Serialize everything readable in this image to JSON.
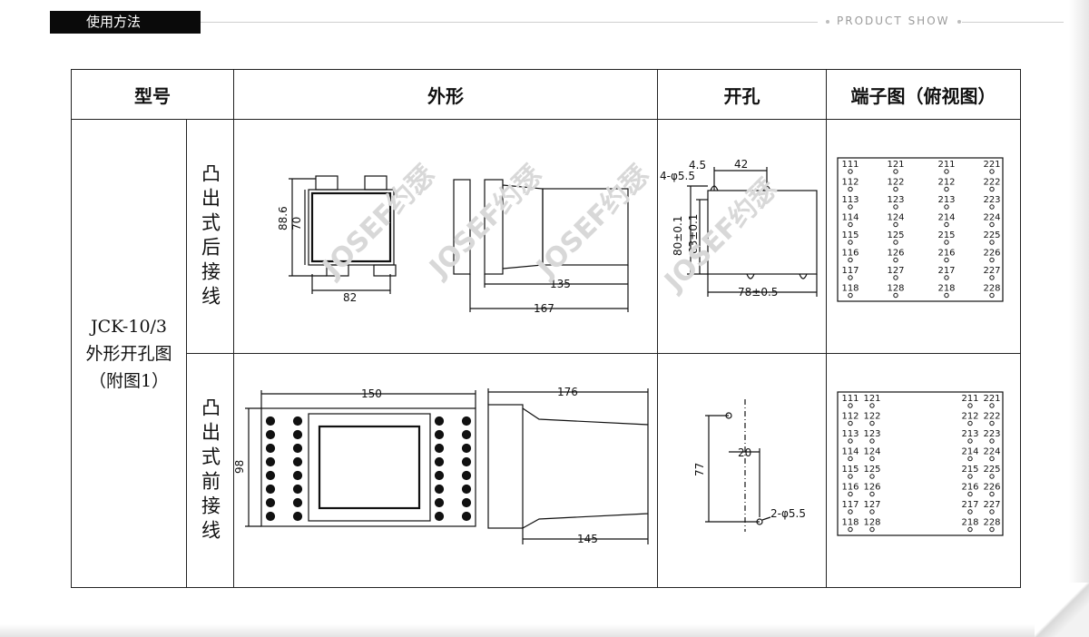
{
  "header": {
    "badge": "使用方法",
    "brand": "PRODUCT SHOW"
  },
  "table": {
    "headers": [
      "型号",
      "外形",
      "开孔",
      "端子图（俯视图）"
    ],
    "model": [
      "JCK-10/3",
      "外形开孔图",
      "（附图1）"
    ],
    "rows": [
      {
        "mount": "凸出式后接线"
      },
      {
        "mount": "凸出式前接线"
      }
    ]
  },
  "watermark": "JOSEF约瑟",
  "dimensions": {
    "back_outline": [
      "88.6",
      "70",
      "82",
      "135",
      "167"
    ],
    "back_cutout": [
      "4.5",
      "4-φ5.5",
      "42",
      "80±0.1",
      "63±0.1",
      "78±0.5"
    ],
    "front_outline": [
      "150",
      "98",
      "176",
      "145"
    ],
    "front_cutout": [
      "77",
      "20",
      "2-φ5.5"
    ]
  },
  "terminals_back": {
    "columns": [
      [
        "111",
        "112",
        "113",
        "114",
        "115",
        "116",
        "117",
        "118"
      ],
      [
        "121",
        "122",
        "123",
        "124",
        "125",
        "126",
        "127",
        "128"
      ],
      [
        "211",
        "212",
        "213",
        "214",
        "215",
        "216",
        "217",
        "218"
      ],
      [
        "221",
        "222",
        "223",
        "224",
        "225",
        "226",
        "227",
        "228"
      ]
    ]
  },
  "terminals_front": {
    "columns": [
      [
        "111",
        "112",
        "113",
        "114",
        "115",
        "116",
        "117",
        "118"
      ],
      [
        "121",
        "122",
        "123",
        "124",
        "125",
        "126",
        "127",
        "128"
      ],
      [
        "211",
        "212",
        "213",
        "214",
        "215",
        "216",
        "217",
        "218"
      ],
      [
        "221",
        "222",
        "223",
        "224",
        "225",
        "226",
        "227",
        "228"
      ]
    ]
  }
}
